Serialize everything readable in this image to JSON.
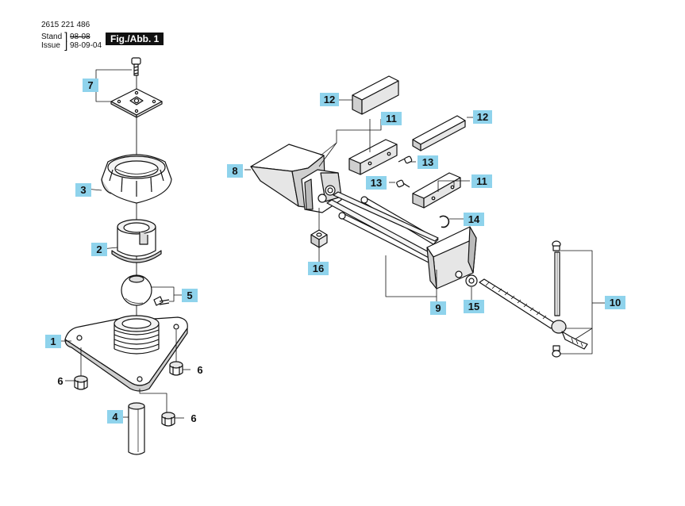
{
  "header": {
    "doc_number": "2615 221 486",
    "stand_label": "Stand",
    "issue_label": "Issue",
    "stand_value": "98-08",
    "issue_value": "98-09-04",
    "figure_label": "Fig./Abb. 1"
  },
  "callouts": {
    "c1": "1",
    "c2": "2",
    "c3": "3",
    "c4": "4",
    "c5": "5",
    "c6a": "6",
    "c6b": "6",
    "c6c": "6",
    "c7": "7",
    "c8": "8",
    "c9": "9",
    "c10": "10",
    "c11a": "11",
    "c11b": "11",
    "c12a": "12",
    "c12b": "12",
    "c13a": "13",
    "c13b": "13",
    "c14": "14",
    "c15": "15",
    "c16": "16"
  },
  "colors": {
    "callout_bg": "#8fd3ec",
    "line": "#111111",
    "shade": "#cfcfcf"
  }
}
